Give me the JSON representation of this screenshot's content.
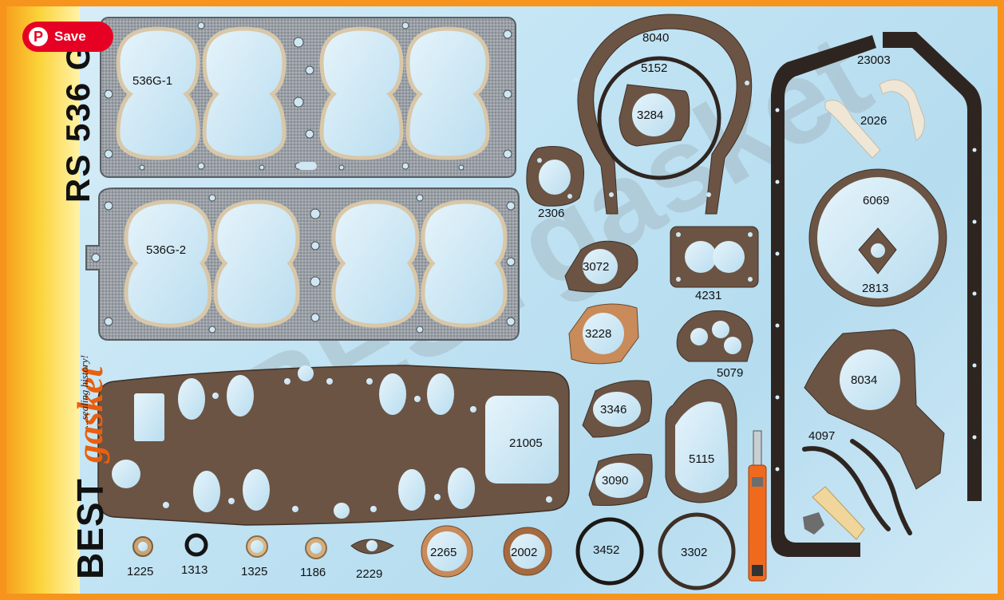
{
  "save_button": {
    "label": "Save"
  },
  "branding": {
    "model": "RS 536 G",
    "brand_part1": "BEST",
    "brand_part2": "gasket",
    "tagline": "...sealing history!"
  },
  "watermark": "BESTgasket",
  "parts": [
    {
      "id": "head-1",
      "label": "536G-1"
    },
    {
      "id": "head-2",
      "label": "536G-2"
    },
    {
      "id": "pan",
      "label": "21005"
    },
    {
      "id": "p8040",
      "label": "8040"
    },
    {
      "id": "p5152",
      "label": "5152"
    },
    {
      "id": "p3284",
      "label": "3284"
    },
    {
      "id": "p2306",
      "label": "2306"
    },
    {
      "id": "p3072",
      "label": "3072"
    },
    {
      "id": "p4231",
      "label": "4231"
    },
    {
      "id": "p3228",
      "label": "3228"
    },
    {
      "id": "p5079",
      "label": "5079"
    },
    {
      "id": "p3346",
      "label": "3346"
    },
    {
      "id": "p5115",
      "label": "5115"
    },
    {
      "id": "p3090",
      "label": "3090"
    },
    {
      "id": "p23003",
      "label": "23003"
    },
    {
      "id": "p2026",
      "label": "2026"
    },
    {
      "id": "p6069",
      "label": "6069"
    },
    {
      "id": "p2813",
      "label": "2813"
    },
    {
      "id": "p8034",
      "label": "8034"
    },
    {
      "id": "p4097",
      "label": "4097"
    },
    {
      "id": "p1225",
      "label": "1225"
    },
    {
      "id": "p1313",
      "label": "1313"
    },
    {
      "id": "p1325",
      "label": "1325"
    },
    {
      "id": "p1186",
      "label": "1186"
    },
    {
      "id": "p2229",
      "label": "2229"
    },
    {
      "id": "p2265",
      "label": "2265"
    },
    {
      "id": "p2002",
      "label": "2002"
    },
    {
      "id": "p3452",
      "label": "3452"
    },
    {
      "id": "p3302",
      "label": "3302"
    }
  ]
}
